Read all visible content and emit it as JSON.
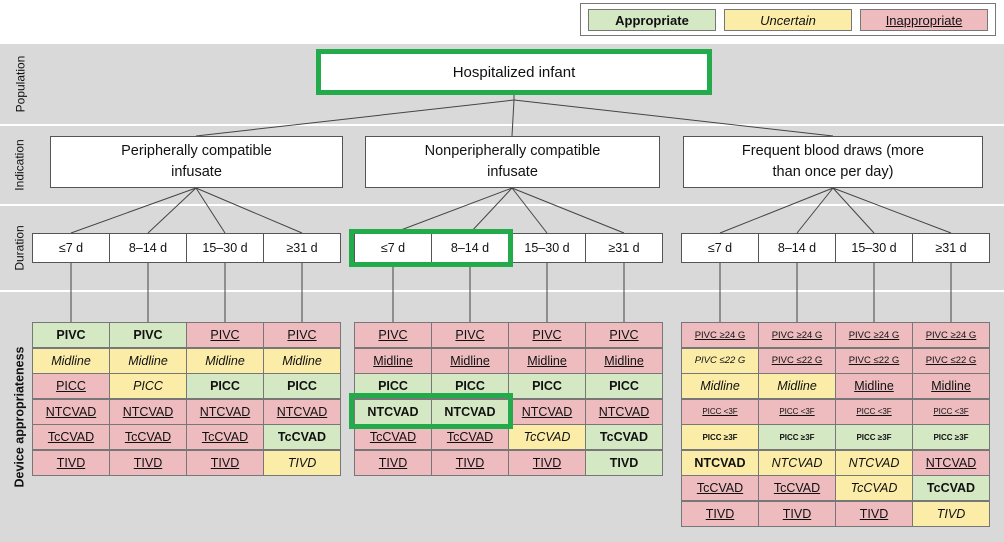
{
  "legend": {
    "appropriate": "Appropriate",
    "uncertain": "Uncertain",
    "inappropriate": "Inappropriate",
    "colors": {
      "appropriate": "#d5e8c4",
      "uncertain": "#fbeca8",
      "inappropriate": "#eebcbf",
      "highlight": "#22aa4b"
    }
  },
  "rows": {
    "population": "Population",
    "indication": "Indication",
    "duration": "Duration",
    "device": "Device appropriateness"
  },
  "population": "Hospitalized infant",
  "indications": [
    "Peripherally compatible infusate",
    "Nonperipherally compatible infusate",
    "Frequent blood draws (more than once per day)"
  ],
  "durations": [
    "≤7 d",
    "8–14 d",
    "15–30 d",
    "≥31 d"
  ],
  "groups": [
    {
      "rows": [
        [
          [
            "PIVC",
            "a"
          ],
          [
            "PIVC",
            "a"
          ],
          [
            "PIVC",
            "i"
          ],
          [
            "PIVC",
            "i"
          ]
        ],
        [
          [
            "Midline",
            "u"
          ],
          [
            "Midline",
            "u"
          ],
          [
            "Midline",
            "u"
          ],
          [
            "Midline",
            "u"
          ]
        ],
        [
          [
            "PICC",
            "i"
          ],
          [
            "PICC",
            "u"
          ],
          [
            "PICC",
            "a"
          ],
          [
            "PICC",
            "a"
          ]
        ],
        [
          [
            "NTCVAD",
            "i"
          ],
          [
            "NTCVAD",
            "i"
          ],
          [
            "NTCVAD",
            "i"
          ],
          [
            "NTCVAD",
            "i"
          ]
        ],
        [
          [
            "TcCVAD",
            "i"
          ],
          [
            "TcCVAD",
            "i"
          ],
          [
            "TcCVAD",
            "i"
          ],
          [
            "TcCVAD",
            "a"
          ]
        ],
        [
          [
            "TIVD",
            "i"
          ],
          [
            "TIVD",
            "i"
          ],
          [
            "TIVD",
            "i"
          ],
          [
            "TIVD",
            "u"
          ]
        ]
      ]
    },
    {
      "rows": [
        [
          [
            "PIVC",
            "i"
          ],
          [
            "PIVC",
            "i"
          ],
          [
            "PIVC",
            "i"
          ],
          [
            "PIVC",
            "i"
          ]
        ],
        [
          [
            "Midline",
            "i"
          ],
          [
            "Midline",
            "i"
          ],
          [
            "Midline",
            "i"
          ],
          [
            "Midline",
            "i"
          ]
        ],
        [
          [
            "PICC",
            "a"
          ],
          [
            "PICC",
            "a"
          ],
          [
            "PICC",
            "a"
          ],
          [
            "PICC",
            "a"
          ]
        ],
        [
          [
            "NTCVAD",
            "a"
          ],
          [
            "NTCVAD",
            "a"
          ],
          [
            "NTCVAD",
            "i"
          ],
          [
            "NTCVAD",
            "i"
          ]
        ],
        [
          [
            "TcCVAD",
            "i"
          ],
          [
            "TcCVAD",
            "i"
          ],
          [
            "TcCVAD",
            "u"
          ],
          [
            "TcCVAD",
            "a"
          ]
        ],
        [
          [
            "TIVD",
            "i"
          ],
          [
            "TIVD",
            "i"
          ],
          [
            "TIVD",
            "i"
          ],
          [
            "TIVD",
            "a"
          ]
        ]
      ]
    },
    {
      "rows": [
        [
          [
            "PIVC ≥24 G",
            "i",
            "sm"
          ],
          [
            "PIVC ≥24 G",
            "i",
            "sm"
          ],
          [
            "PIVC ≥24 G",
            "i",
            "sm"
          ],
          [
            "PIVC ≥24 G",
            "i",
            "sm"
          ]
        ],
        [
          [
            "PIVC ≤22 G",
            "u",
            "sm"
          ],
          [
            "PIVC ≤22 G",
            "i",
            "sm"
          ],
          [
            "PIVC ≤22 G",
            "i",
            "sm"
          ],
          [
            "PIVC ≤22 G",
            "i",
            "sm"
          ]
        ],
        [
          [
            "Midline",
            "u"
          ],
          [
            "Midline",
            "u"
          ],
          [
            "Midline",
            "i"
          ],
          [
            "Midline",
            "i"
          ]
        ],
        [
          [
            "PICC <3F",
            "i",
            "xs"
          ],
          [
            "PICC <3F",
            "i",
            "xs"
          ],
          [
            "PICC <3F",
            "i",
            "xs"
          ],
          [
            "PICC <3F",
            "i",
            "xs"
          ]
        ],
        [
          [
            "PICC ≥3F",
            "u",
            "xs",
            "a"
          ],
          [
            "PICC ≥3F",
            "a",
            "xs"
          ],
          [
            "PICC ≥3F",
            "a",
            "xs"
          ],
          [
            "PICC ≥3F",
            "a",
            "xs"
          ]
        ],
        [
          [
            "NTCVAD",
            "u",
            "",
            "a"
          ],
          [
            "NTCVAD",
            "u"
          ],
          [
            "NTCVAD",
            "u"
          ],
          [
            "NTCVAD",
            "i"
          ]
        ],
        [
          [
            "TcCVAD",
            "i"
          ],
          [
            "TcCVAD",
            "i"
          ],
          [
            "TcCVAD",
            "u"
          ],
          [
            "TcCVAD",
            "a"
          ]
        ],
        [
          [
            "TIVD",
            "i"
          ],
          [
            "TIVD",
            "i"
          ],
          [
            "TIVD",
            "i"
          ],
          [
            "TIVD",
            "u"
          ]
        ]
      ]
    }
  ]
}
